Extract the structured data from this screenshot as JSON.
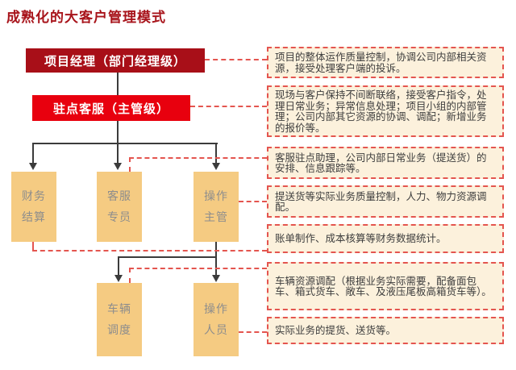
{
  "title": "成熟化的大客户管理模式",
  "nodes": {
    "project_manager": "项目经理（部门经理级）",
    "onsite_service": "驻点客服（主管级）",
    "finance": "财务\n结算",
    "cs_specialist": "客服\n专员",
    "ops_supervisor": "操作\n主管",
    "vehicle_dispatch": "车辆\n调度",
    "operators": "操作\n人员"
  },
  "notes": [
    "项目的整体运作质量控制，协调公司内部相关资源，接受处理客户端的投诉。",
    "现场与客户保持不间断联络，接受客户指令，处理日常业务；异常信息处理；项目小组的内部管理；公司内部其它资源的协调、调配；新增业务的报价等。",
    "客服驻点助理，公司内部日常业务（提送货）的安排、信息跟踪等。",
    "提送货等实际业务质量控制，人力、物力资源调配。",
    "账单制作、成本核算等财务数据统计。",
    "车辆资源调配（根据业务实际需要，配备面包车、箱式货车、敞车、及液压尾板高箱货车等）。",
    "实际业务的提货、送货等。"
  ],
  "note_links": [
    {
      "note": 0,
      "node": "project_manager"
    },
    {
      "note": 1,
      "node": "onsite_service"
    },
    {
      "note": 2,
      "node": "cs_specialist"
    },
    {
      "note": 3,
      "node": "ops_supervisor"
    },
    {
      "note": 4,
      "node": "finance"
    },
    {
      "note": 5,
      "node": "vehicle_dispatch"
    },
    {
      "note": 6,
      "node": "operators"
    }
  ],
  "hierarchy": [
    {
      "parent": "project_manager",
      "children": [
        "onsite_service"
      ]
    },
    {
      "parent": "onsite_service",
      "children": [
        "finance",
        "cs_specialist",
        "ops_supervisor"
      ]
    },
    {
      "parent": "ops_supervisor",
      "children": [
        "vehicle_dispatch",
        "operators"
      ]
    }
  ],
  "colors": {
    "title_red": "#A8141B",
    "dark_red_box": "#A80F18",
    "bright_red_box": "#E8000E",
    "orange_box": "#F5CB82",
    "orange_box_text": "#8D8D8D",
    "note_fill": "#FCF1DC",
    "note_border": "#E4554F",
    "tree_line": "#3B3B3B"
  }
}
